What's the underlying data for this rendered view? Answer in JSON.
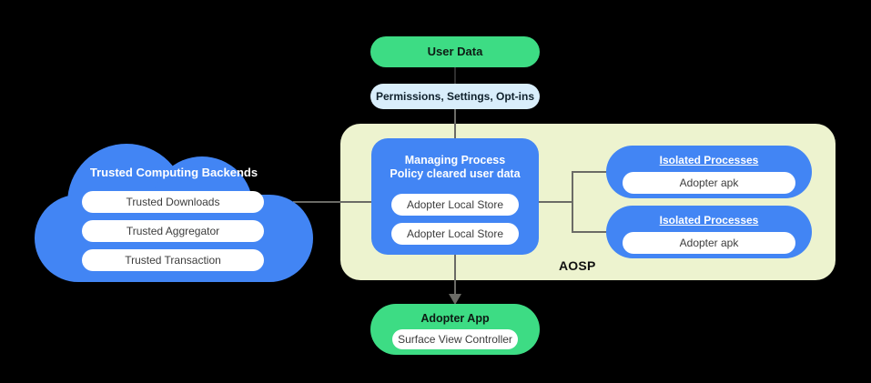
{
  "diagram": {
    "title_label": "AOSP",
    "colors": {
      "brand_blue": "#4285F4",
      "brand_green": "#3DDC84",
      "light_blue": "#D9EEFB",
      "aosp_bg": "#EDF3CF",
      "connector": "#6b6b66",
      "canvas": "#000000"
    }
  },
  "user_data": {
    "label": "User Data"
  },
  "permissions": {
    "label": "Permissions,  Settings, Opt-ins"
  },
  "cloud": {
    "title": "Trusted Computing Backends",
    "items": [
      {
        "label": "Trusted Downloads"
      },
      {
        "label": "Trusted Aggregator"
      },
      {
        "label": "Trusted Transaction"
      }
    ]
  },
  "managing_process": {
    "title_line1": "Managing Process",
    "title_line2": "Policy cleared user data",
    "items": [
      {
        "label": "Adopter Local Store"
      },
      {
        "label": "Adopter Local Store"
      }
    ]
  },
  "isolated_processes": [
    {
      "title": "Isolated Processes",
      "item": "Adopter apk"
    },
    {
      "title": "Isolated Processes",
      "item": "Adopter apk"
    }
  ],
  "adopter_app": {
    "title": "Adopter App",
    "item": "Surface View Controller"
  }
}
